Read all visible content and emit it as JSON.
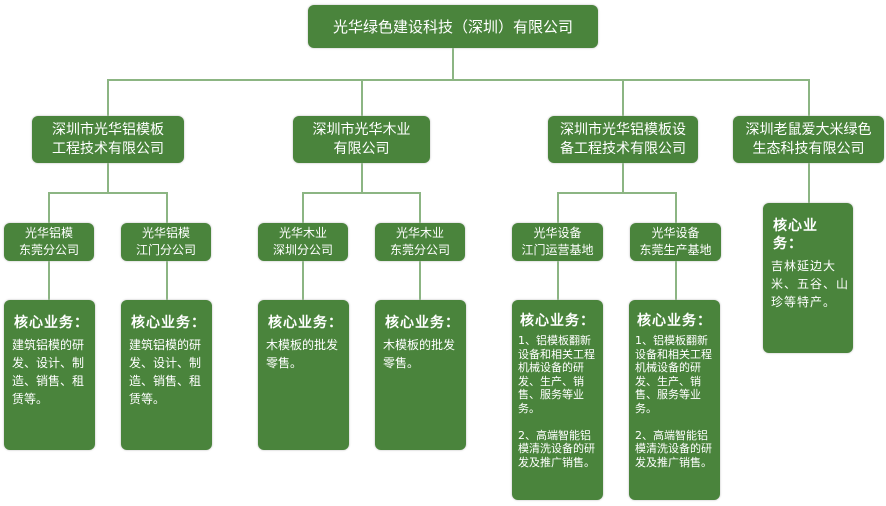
{
  "root": {
    "name": [
      "光华绿色建设科技（深圳）有限公司"
    ]
  },
  "subsidiaries": [
    {
      "name": [
        "深圳市光华铝模板",
        "工程技术有限公司"
      ]
    },
    {
      "name": [
        "深圳市光华木业",
        "有限公司"
      ]
    },
    {
      "name": [
        "深圳市光华铝模板设",
        "备工程技术有限公司"
      ]
    },
    {
      "name": [
        "深圳老鼠爱大米绿色",
        "生态科技有限公司"
      ]
    }
  ],
  "branches": [
    {
      "name": [
        "光华铝模",
        "东莞分公司"
      ]
    },
    {
      "name": [
        "光华铝模",
        "江门分公司"
      ]
    },
    {
      "name": [
        "光华木业",
        "深圳分公司"
      ]
    },
    {
      "name": [
        "光华木业",
        "东莞分公司"
      ]
    },
    {
      "name": [
        "光华设备",
        "江门运营基地"
      ]
    },
    {
      "name": [
        "光华设备",
        "东莞生产基地"
      ]
    }
  ],
  "business": {
    "heading": "核心业务：",
    "items": [
      "建筑铝模的研\n发、设计、制\n造、销售、租\n赁等。",
      "建筑铝模的研\n发、设计、制\n造、销售、租\n赁等。",
      "木模板的批发\n零售。",
      "木模板的批发\n零售。",
      "1、铝模板翻新\n设备和相关工程\n机械设备的研\n发、生产、销\n售、服务等业\n务。\n\n2、高端智能铝\n模清洗设备的研\n发及推广销售。",
      "1、铝模板翻新\n设备和相关工程\n机械设备的研\n发、生产、销\n售、服务等业\n务。\n\n2、高端智能铝\n模清洗设备的研\n发及推广销售。",
      "吉林延边大\n米、五谷、山\n珍等特产。"
    ]
  },
  "colors": {
    "box": "#4a843c",
    "line": "#8cb583"
  }
}
